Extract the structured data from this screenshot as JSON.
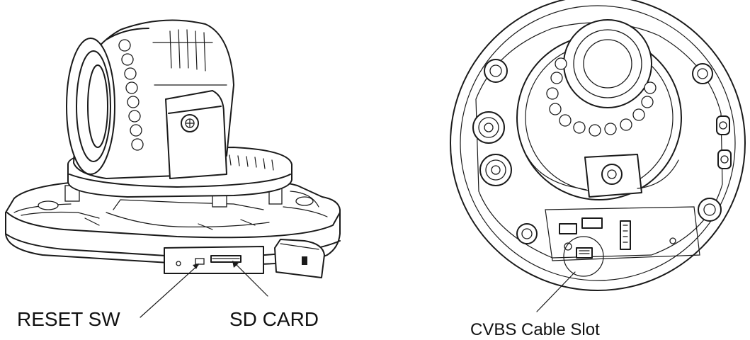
{
  "labels": {
    "reset_switch": "RESET SW",
    "sd_card": "SD CARD",
    "cvbs_slot": "CVBS Cable Slot"
  },
  "colors": {
    "ink": "#1a1a1a",
    "background": "#ffffff"
  }
}
